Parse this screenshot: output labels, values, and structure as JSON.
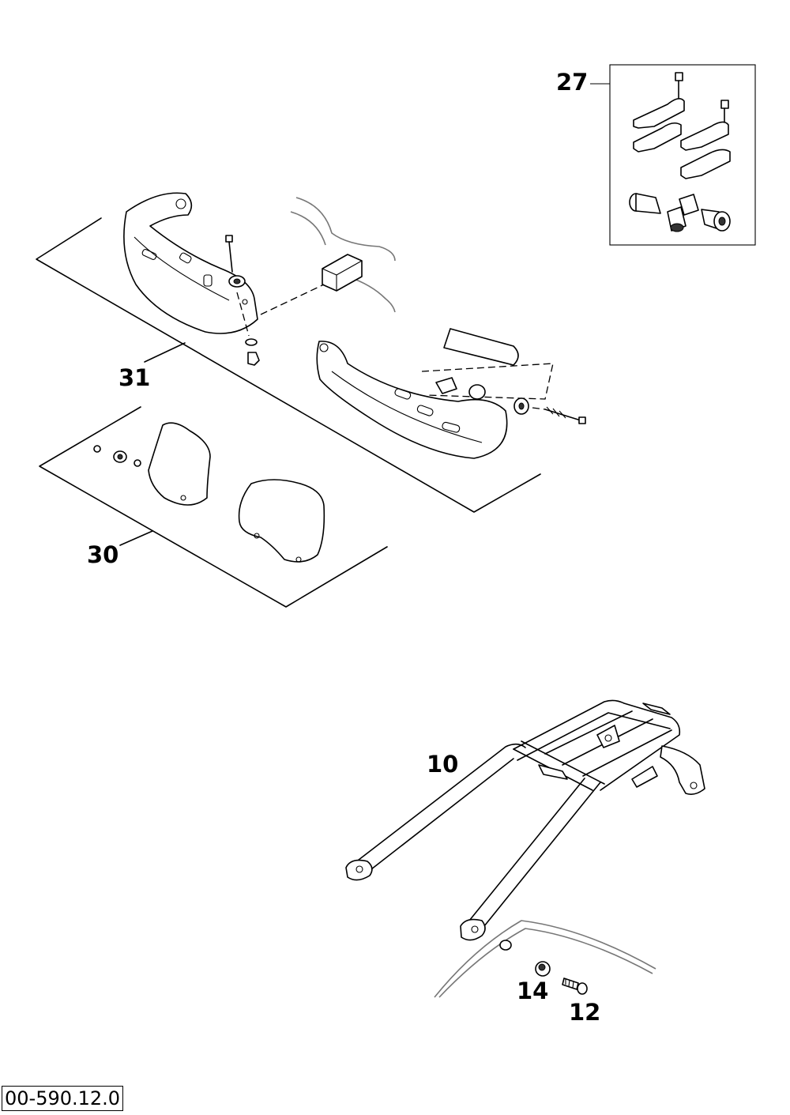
{
  "callouts": {
    "p27": "27",
    "p31": "31",
    "p30": "30",
    "p10": "10",
    "p14": "14",
    "p12": "12"
  },
  "drawing_code": "00-590.12.0"
}
